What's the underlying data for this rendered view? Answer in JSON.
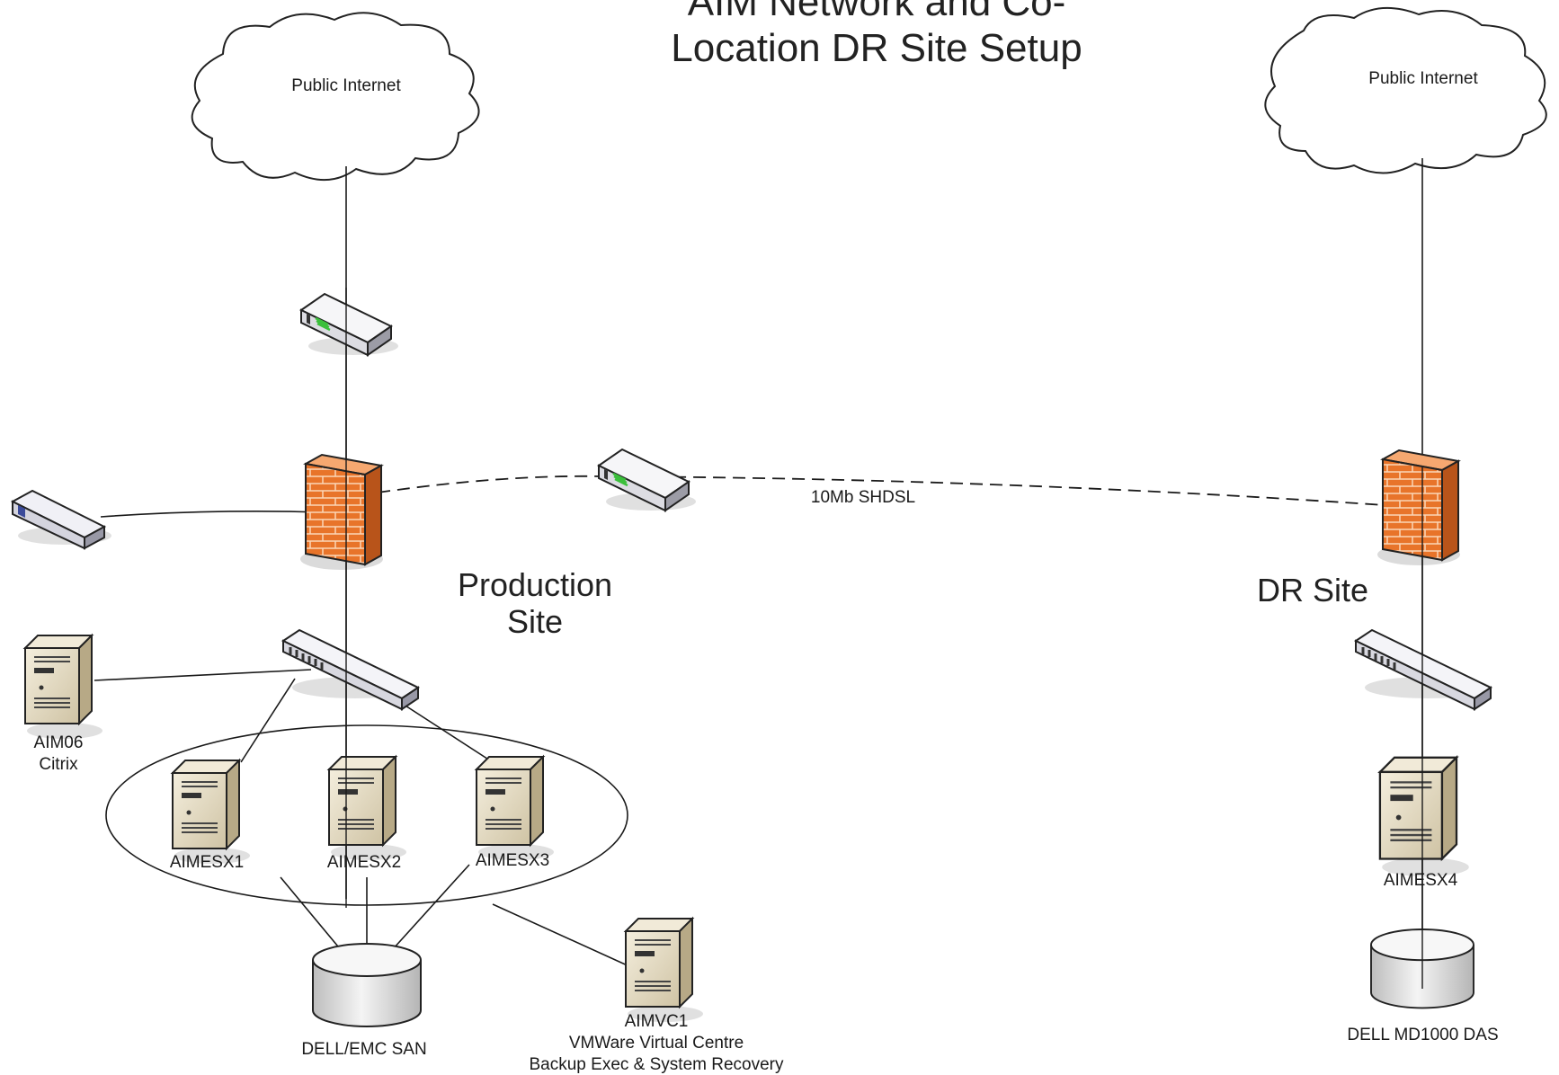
{
  "title": {
    "line1": "AIM Network and Co-",
    "line2": "Location DR Site Setup"
  },
  "clouds": {
    "left": "Public Internet",
    "right": "Public Internet"
  },
  "sites": {
    "production": {
      "line1": "Production",
      "line2": "Site"
    },
    "dr": "DR Site"
  },
  "link_label": "10Mb SHDSL",
  "servers": {
    "aim06": {
      "name": "AIM06",
      "role": "Citrix"
    },
    "aimesx1": "AIMESX1",
    "aimesx2": "AIMESX2",
    "aimesx3": "AIMESX3",
    "aimesx4": "AIMESX4",
    "aimvc1": {
      "name": "AIMVC1",
      "role1": "VMWare Virtual Centre",
      "role2": "Backup Exec & System Recovery"
    }
  },
  "storage": {
    "san": "DELL/EMC SAN",
    "das": "DELL MD1000 DAS"
  },
  "colors": {
    "firewall": "#e8742a",
    "server": "#e6dcc4",
    "device": "#e8e8ec",
    "line": "#1a1a1a"
  }
}
